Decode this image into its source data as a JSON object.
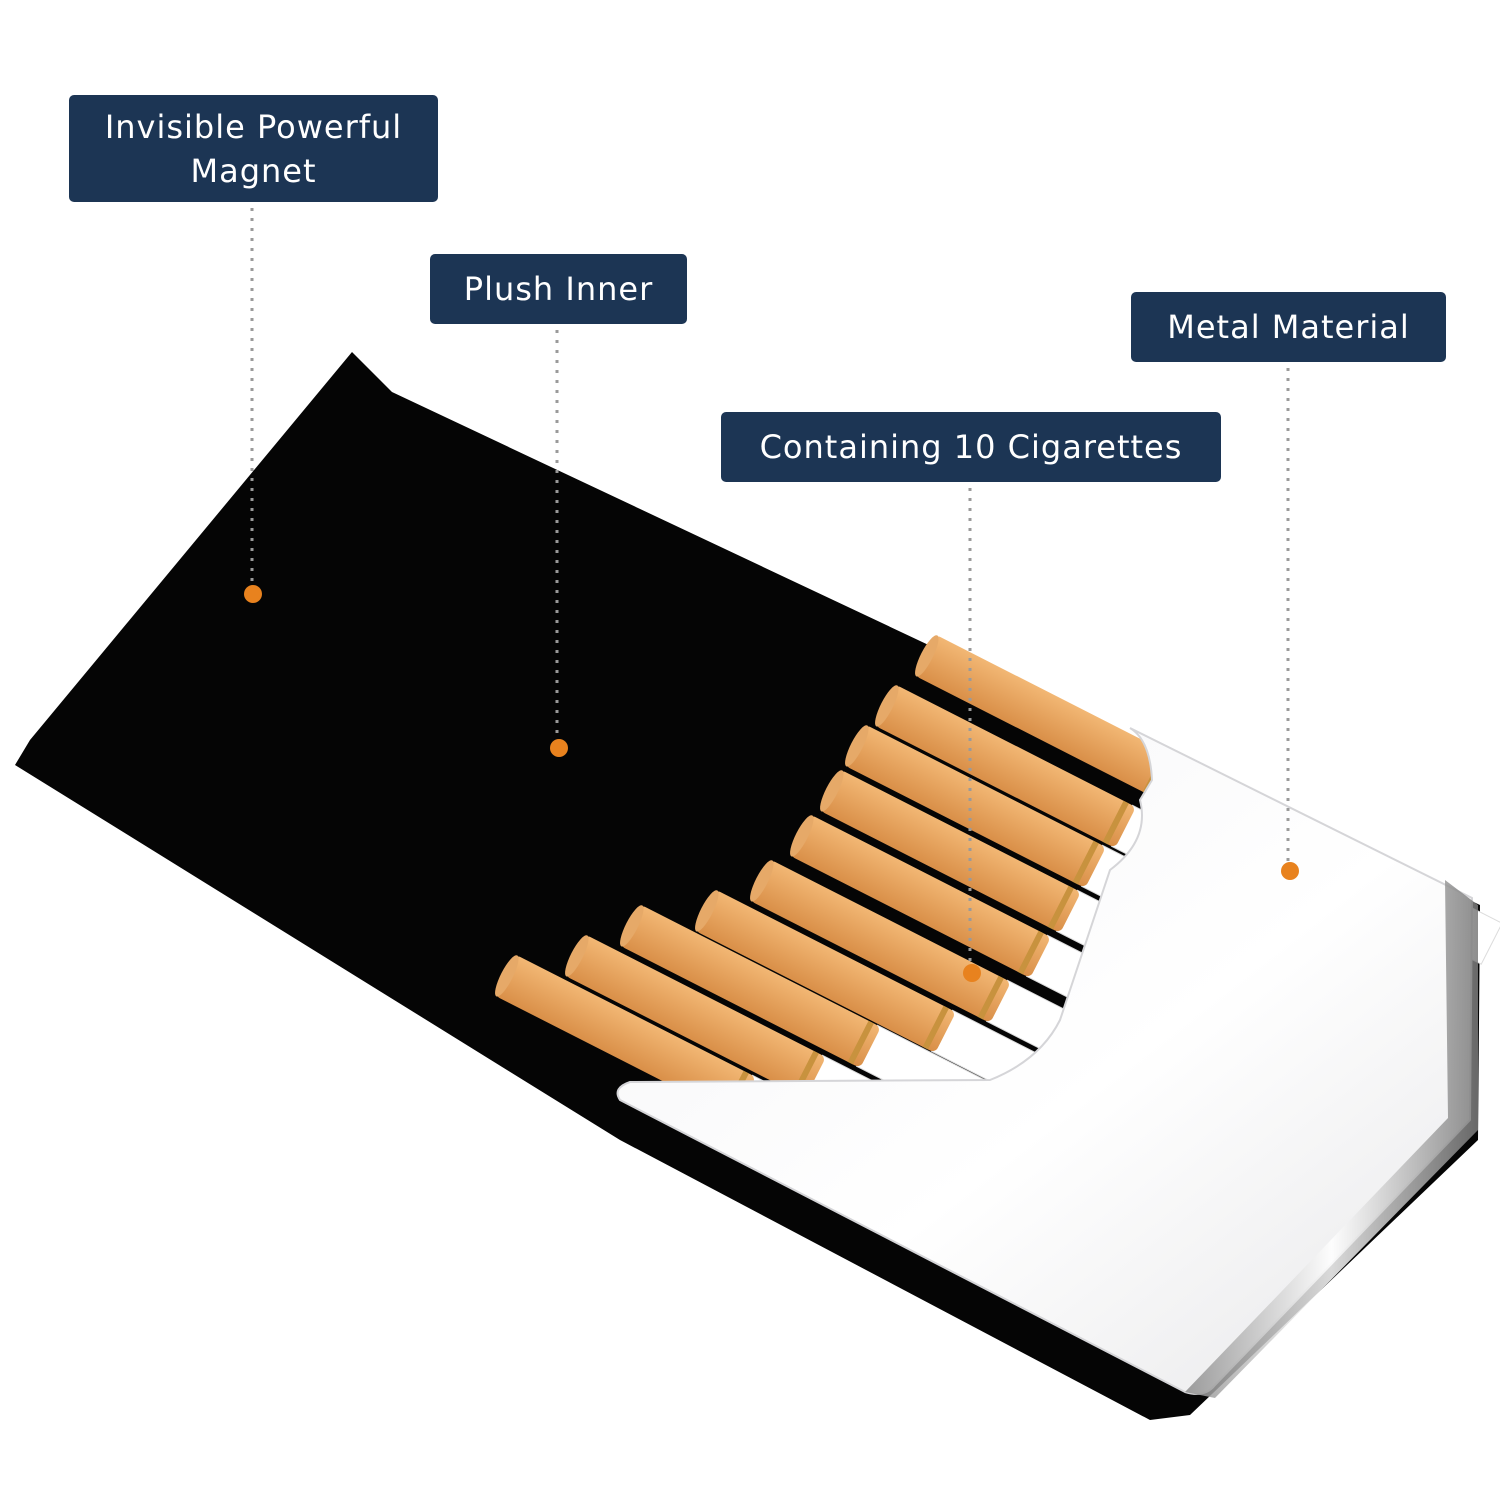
{
  "callouts": {
    "magnet": "Invisible Powerful Magnet",
    "plush": "Plush Inner",
    "metal": "Metal Material",
    "capacity": "Containing 10 Cigarettes"
  },
  "colors": {
    "callout_background": "#1c3554",
    "callout_text": "#ffffff",
    "marker_dot": "#e8821e",
    "leader_line": "#9a9a9a",
    "case_leather": "#000000",
    "cigarette_filter": "#e9a35e",
    "cigarette_paper": "#ffffff"
  },
  "product": {
    "cigarette_count": 10
  }
}
